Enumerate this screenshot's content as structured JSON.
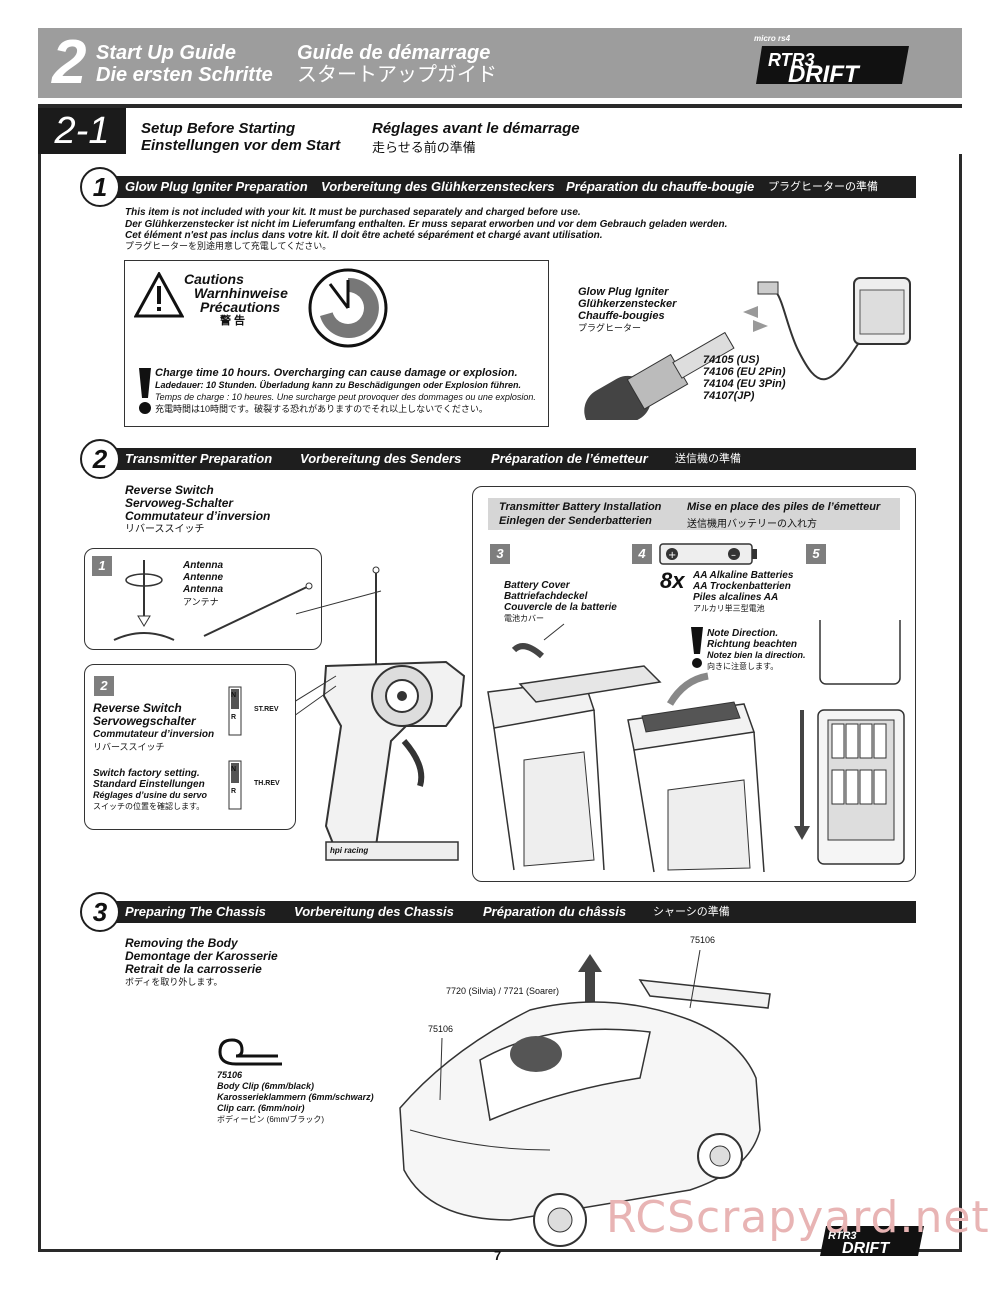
{
  "header": {
    "number": "2",
    "en": "Start Up Guide",
    "de": "Die ersten Schritte",
    "fr": "Guide de démarrage",
    "jp": "スタートアップガイド",
    "logo_small": "micro rs4",
    "logo": "RTR3 DRIFT"
  },
  "section": {
    "number": "2-1",
    "en": "Setup Before Starting",
    "de": "Einstellungen vor dem Start",
    "fr": "Réglages avant le démarrage",
    "jp": "走らせる前の準備"
  },
  "step1": {
    "num": "1",
    "titles": [
      "Glow Plug Igniter Preparation",
      "Vorbereitung des Glühkerzensteckers",
      "Préparation du chauffe-bougie",
      "プラグヒーターの準備"
    ],
    "note": [
      "This item is not included with your kit. It must be purchased separately and charged before use.",
      "Der Glühkerzenstecker ist nicht im Lieferumfang enthalten. Er muss separat erworben und vor dem Gebrauch geladen werden.",
      "Cet élément n'est pas inclus dans votre kit. Il doit être acheté séparément et chargé avant utilisation.",
      "プラグヒーターを別途用意して充電してください。"
    ],
    "caution": [
      "Cautions",
      "Warnhinweise",
      "Précautions",
      "警 告"
    ],
    "charge": [
      "Charge time 10 hours. Overcharging can cause damage or explosion.",
      "Ladedauer: 10 Stunden. Überladung kann zu Beschädigungen oder Explosion führen.",
      "Temps de charge : 10 heures. Une surcharge peut provoquer des dommages ou une explosion.",
      "充電時間は10時間です。破裂する恐れがありますのでそれ以上しないでください。"
    ],
    "igniter": [
      "Glow Plug Igniter",
      "Glühkerzenstecker",
      "Chauffe-bougies",
      "プラグヒーター"
    ],
    "parts": [
      "74105 (US)",
      "74106 (EU 2Pin)",
      "74104 (EU 3Pin)",
      "74107(JP)"
    ]
  },
  "step2": {
    "num": "2",
    "titles": [
      "Transmitter Preparation",
      "Vorbereitung des Senders",
      "Préparation de l’émetteur",
      "送信機の準備"
    ],
    "reverse_switch": [
      "Reverse Switch",
      "Servoweg-Schalter",
      "Commutateur d’inversion",
      "リバーススイッチ"
    ],
    "sub1_num": "1",
    "antenna": [
      "Antenna",
      "Antenne",
      "Antenna",
      "アンテナ"
    ],
    "sub2_num": "2",
    "reverse2": [
      "Reverse Switch",
      "Servowegschalter",
      "Commutateur d’inversion",
      "リバーススイッチ"
    ],
    "factory": [
      "Switch factory setting.",
      "Standard Einstellungen",
      "Réglages d’usine du servo",
      "スイッチの位置を確認します。"
    ],
    "st_rev": "ST.REV",
    "th_rev": "TH.REV",
    "n": "N",
    "r": "R",
    "battery_install": [
      "Transmitter Battery Installation",
      "Einlegen der Senderbatterien",
      "Mise en place des piles de l’émetteur",
      "送信機用バッテリーの入れ方"
    ],
    "sub3_num": "3",
    "sub4_num": "4",
    "sub5_num": "5",
    "battery_cover": [
      "Battery Cover",
      "Battriefachdeckel",
      "Couvercle de la batterie",
      "電池カバー"
    ],
    "qty": "8x",
    "batteries": [
      "AA Alkaline Batteries",
      "AA Trockenbatterien",
      "Piles alcalines AA",
      "アルカリ単三型電池"
    ],
    "direction": [
      "Note Direction.",
      "Richtung beachten",
      "Notez bien la direction.",
      "向きに注意します。"
    ],
    "tx_brand": "hpi racing"
  },
  "step3": {
    "num": "3",
    "titles": [
      "Preparing The Chassis",
      "Vorbereitung des Chassis",
      "Préparation du châssis",
      "シャーシの準備"
    ],
    "remove": [
      "Removing the Body",
      "Demontage der Karosserie",
      "Retrait de la carrosserie",
      "ボディを取り外します。"
    ],
    "body_parts": "7720 (Silvia) / 7721 (Soarer)",
    "clip_a": "75106",
    "clip_b": "75106",
    "clip_c": "75106",
    "clip": [
      "Body Clip (6mm/black)",
      "Karosserieklammern (6mm/schwarz)",
      "Clip carr. (6mm/noir)",
      "ボディーピン (6mm/ブラック)"
    ]
  },
  "footer": {
    "page": "7",
    "logo": "RTR3 DRIFT",
    "watermark": "RCScrapyard.net"
  }
}
